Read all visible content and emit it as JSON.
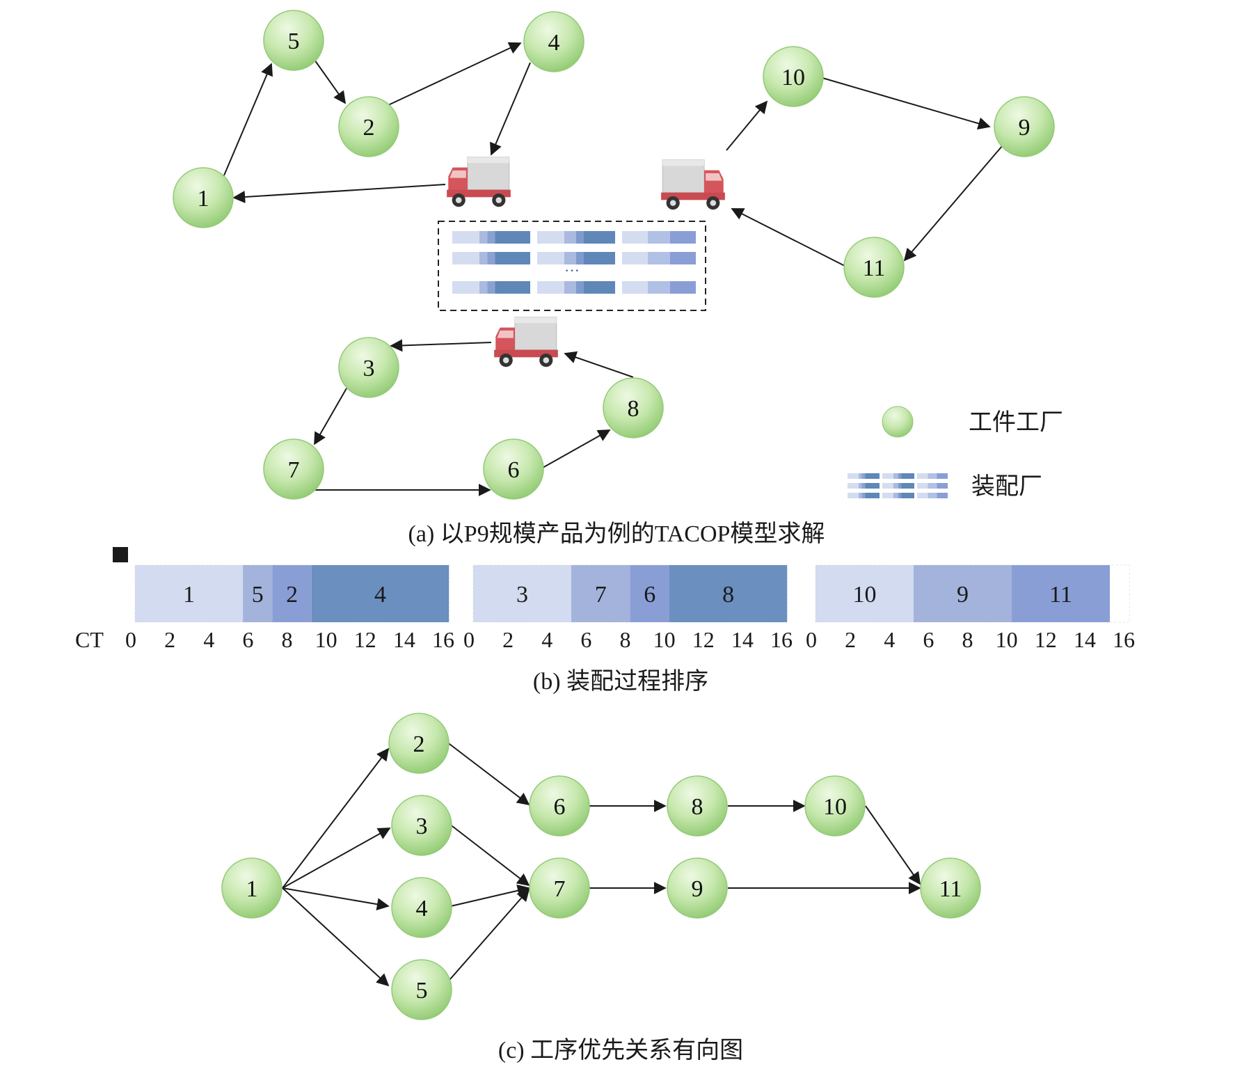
{
  "panel_a": {
    "caption": "(a) 以P9规模产品为例的TACOP模型求解",
    "nodes": [
      {
        "id": "n1",
        "label": "1"
      },
      {
        "id": "n5",
        "label": "5"
      },
      {
        "id": "n2",
        "label": "2"
      },
      {
        "id": "n4",
        "label": "4"
      },
      {
        "id": "n10",
        "label": "10"
      },
      {
        "id": "n9",
        "label": "9"
      },
      {
        "id": "n11",
        "label": "11"
      },
      {
        "id": "n3",
        "label": "3"
      },
      {
        "id": "n7",
        "label": "7"
      },
      {
        "id": "n6",
        "label": "6"
      },
      {
        "id": "n8",
        "label": "8"
      }
    ],
    "routes": [
      [
        "truck1",
        "n1",
        "n5",
        "n2",
        "n4",
        "truck1"
      ],
      [
        "truck2",
        "n10",
        "n9",
        "n11",
        "truck2"
      ],
      [
        "truck3",
        "n3",
        "n7",
        "n6",
        "n8",
        "truck3"
      ]
    ],
    "assembly_ellipsis": "···",
    "legend": {
      "factory_label": "工件工厂",
      "assembly_label": "装配厂"
    },
    "colors": {
      "node_fill_light": "#e3f5d5",
      "node_fill_dark": "#9fd282",
      "node_stroke": "#8cc670",
      "truck_body": "#d9565b",
      "truck_cargo": "#d6d6d6"
    }
  },
  "panel_b": {
    "caption": "(b) 装配过程排序",
    "ct_label": "CT",
    "ticks": [
      "0",
      "2",
      "4",
      "6",
      "8",
      "10",
      "12",
      "14",
      "16"
    ],
    "colors": {
      "shade1": "#d2dbef",
      "shade2": "#a3b3dc",
      "shade3": "#8a9ed6",
      "shade4": "#6b8fbe"
    },
    "chart_data": {
      "type": "gantt",
      "x_range": [
        0,
        16
      ],
      "lines": [
        {
          "blocks": [
            {
              "job": "1",
              "start": 0,
              "end": 5.5,
              "shade": "shade1"
            },
            {
              "job": "5",
              "start": 5.5,
              "end": 7,
              "shade": "shade2"
            },
            {
              "job": "2",
              "start": 7,
              "end": 9,
              "shade": "shade3"
            },
            {
              "job": "4",
              "start": 9,
              "end": 16,
              "shade": "shade4"
            }
          ]
        },
        {
          "blocks": [
            {
              "job": "3",
              "start": 0,
              "end": 5,
              "shade": "shade1"
            },
            {
              "job": "7",
              "start": 5,
              "end": 8,
              "shade": "shade2"
            },
            {
              "job": "6",
              "start": 8,
              "end": 10,
              "shade": "shade3"
            },
            {
              "job": "8",
              "start": 10,
              "end": 16,
              "shade": "shade4"
            }
          ]
        },
        {
          "blocks": [
            {
              "job": "10",
              "start": 0,
              "end": 5,
              "shade": "shade1"
            },
            {
              "job": "9",
              "start": 5,
              "end": 10,
              "shade": "shade2"
            },
            {
              "job": "11",
              "start": 10,
              "end": 15,
              "shade": "shade3"
            }
          ]
        }
      ]
    }
  },
  "panel_c": {
    "caption": "(c) 工序优先关系有向图",
    "nodes": [
      {
        "id": "c1",
        "label": "1"
      },
      {
        "id": "c2",
        "label": "2"
      },
      {
        "id": "c3",
        "label": "3"
      },
      {
        "id": "c4",
        "label": "4"
      },
      {
        "id": "c5",
        "label": "5"
      },
      {
        "id": "c6",
        "label": "6"
      },
      {
        "id": "c7",
        "label": "7"
      },
      {
        "id": "c8",
        "label": "8"
      },
      {
        "id": "c9",
        "label": "9"
      },
      {
        "id": "c10",
        "label": "10"
      },
      {
        "id": "c11",
        "label": "11"
      }
    ],
    "edges": [
      [
        "c1",
        "c2"
      ],
      [
        "c1",
        "c3"
      ],
      [
        "c1",
        "c4"
      ],
      [
        "c1",
        "c5"
      ],
      [
        "c2",
        "c6"
      ],
      [
        "c3",
        "c7"
      ],
      [
        "c4",
        "c7"
      ],
      [
        "c5",
        "c7"
      ],
      [
        "c6",
        "c8"
      ],
      [
        "c8",
        "c10"
      ],
      [
        "c10",
        "c11"
      ],
      [
        "c7",
        "c9"
      ],
      [
        "c9",
        "c11"
      ]
    ]
  }
}
